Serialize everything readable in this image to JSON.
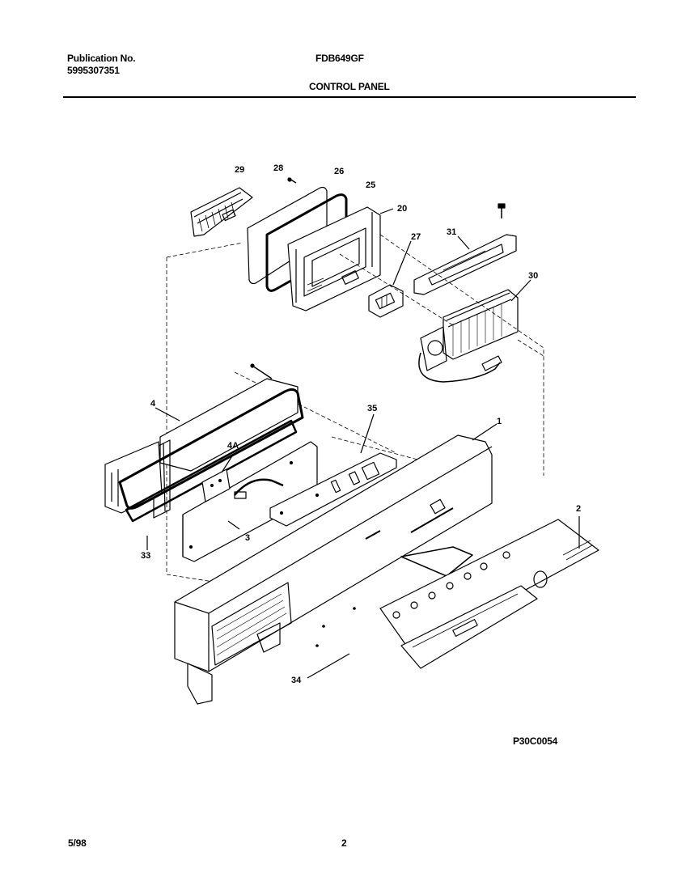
{
  "header": {
    "publication_label": "Publication No.",
    "publication_number": "5995307351",
    "model": "FDB649GF",
    "section_title": "CONTROL PANEL"
  },
  "diagram": {
    "callouts": [
      "29",
      "28",
      "26",
      "25",
      "20",
      "27",
      "31",
      "30",
      "4",
      "35",
      "1",
      "4A",
      "3",
      "33",
      "2",
      "34"
    ],
    "drawing_code": "P30C0054"
  },
  "footer": {
    "date": "5/98",
    "page_number": "2"
  }
}
